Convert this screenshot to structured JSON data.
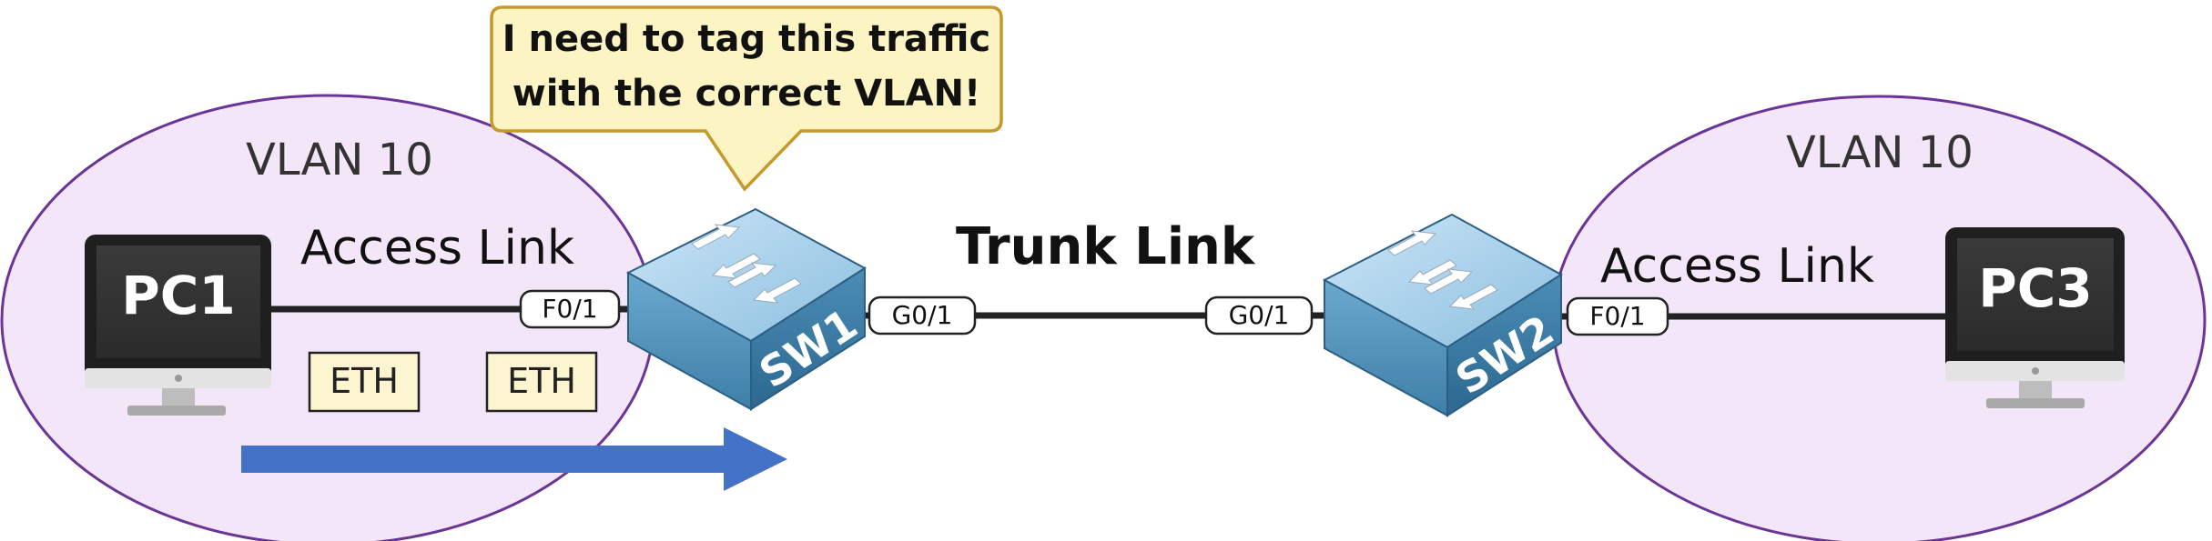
{
  "callout": {
    "line1": "I need to tag this traffic",
    "line2": "with the correct VLAN!"
  },
  "vlans": {
    "left_label": "VLAN 10",
    "right_label": "VLAN 10"
  },
  "links": {
    "left_access_label": "Access Link",
    "trunk_label": "Trunk Link",
    "right_access_label": "Access Link"
  },
  "devices": {
    "pc1": "PC1",
    "pc3": "PC3",
    "sw1": "SW1",
    "sw2": "SW2"
  },
  "ports": {
    "sw1_access": "F0/1",
    "sw1_trunk": "G0/1",
    "sw2_trunk": "G0/1",
    "sw2_access": "F0/1"
  },
  "frames": {
    "frame1": "ETH",
    "frame2": "ETH"
  },
  "colors": {
    "vlan_fill": "#f3e6f8",
    "vlan_stroke": "#6a3596",
    "callout_fill": "#fdf4c4",
    "callout_stroke": "#c49a2c",
    "switch_top": "#a9d2ec",
    "switch_side": "#4f8fb5",
    "arrow": "#4472c4",
    "frame_fill": "#fdf5cf"
  }
}
